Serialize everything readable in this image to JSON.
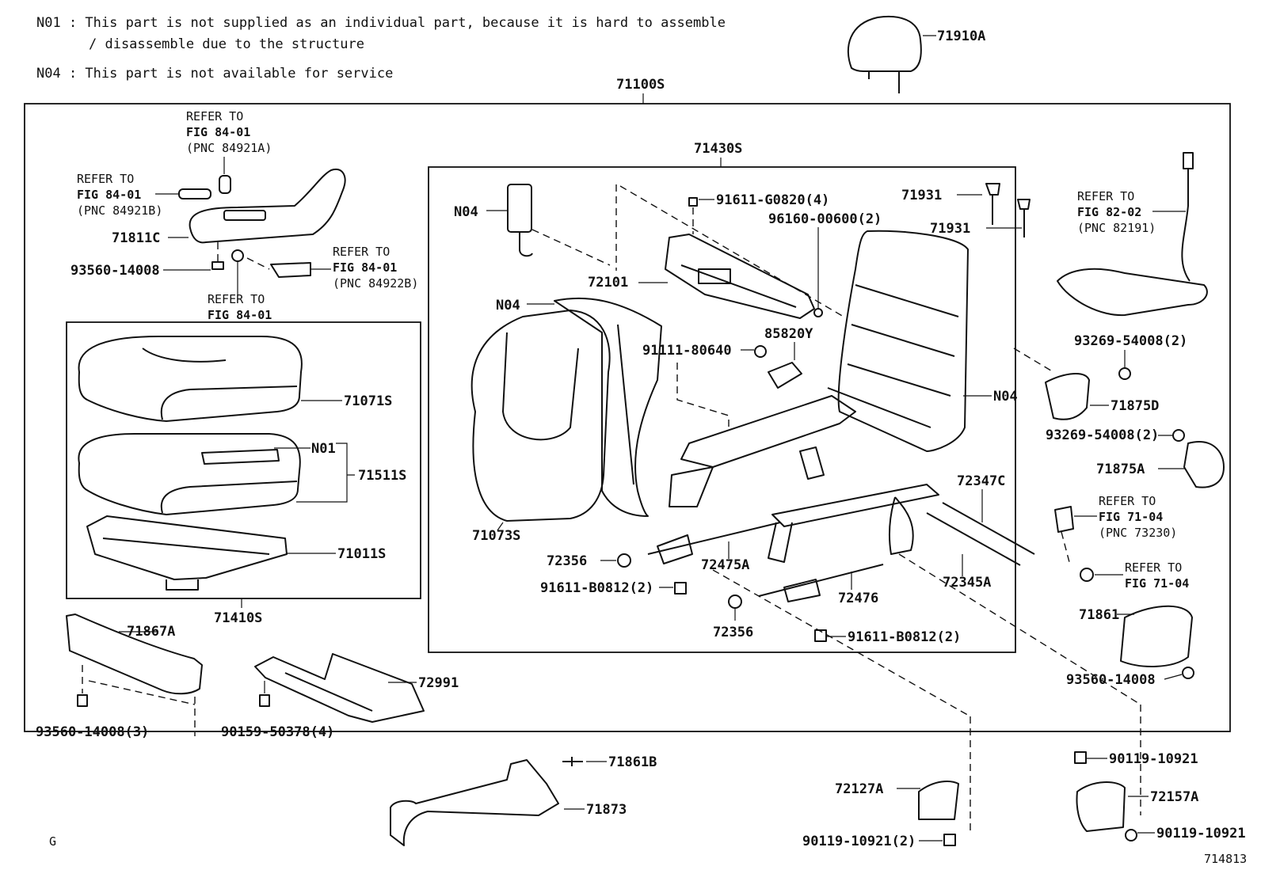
{
  "notes": {
    "n01_line1": "N01 : This part is not supplied as an individual part, because it is hard to assemble",
    "n01_line2": "/ disassemble  due to the structure",
    "n04": "N04 : This part is not available for service"
  },
  "assembly_labels": {
    "seat_assy": "71100S",
    "headrest": "71910A",
    "frame_group": "71430S",
    "cushion_group": "71410S"
  },
  "parts": {
    "p71811C": "71811C",
    "p93560_14008": "93560-14008",
    "p71071S": "71071S",
    "p71511S": "71511S",
    "p71011S": "71011S",
    "p71867A": "71867A",
    "p93560_14008_3": "93560-14008(3)",
    "p90159_50378_4": "90159-50378(4)",
    "p72991": "72991",
    "p71861B": "71861B",
    "p71873": "71873",
    "p72127A": "72127A",
    "p90119_10921_2": "90119-10921(2)",
    "p90119_10921_a": "90119-10921",
    "p90119_10921_b": "90119-10921",
    "p72157A": "72157A",
    "p91611_G0820_4": "91611-G0820(4)",
    "p96160_00600_2": "96160-00600(2)",
    "p71931_a": "71931",
    "p71931_b": "71931",
    "p72101": "72101",
    "p85820Y": "85820Y",
    "p91111_80640": "91111-80640",
    "p71073S": "71073S",
    "p72356_a": "72356",
    "p72356_b": "72356",
    "p72475A": "72475A",
    "p91611_B0812_2a": "91611-B0812(2)",
    "p91611_B0812_2b": "91611-B0812(2)",
    "p72476": "72476",
    "p72347C": "72347C",
    "p72345A": "72345A",
    "p93269_54008_2a": "93269-54008(2)",
    "p93269_54008_2b": "93269-54008(2)",
    "p71875D": "71875D",
    "p71875A": "71875A",
    "p71861": "71861",
    "p93560_14008_r": "93560-14008"
  },
  "markers": {
    "n01": "N01",
    "n04_a": "N04",
    "n04_b": "N04",
    "n04_c": "N04"
  },
  "refs": {
    "r1": {
      "line1": "REFER TO",
      "line2": "FIG 84-01",
      "line3": "(PNC 84921A)"
    },
    "r2": {
      "line1": "REFER TO",
      "line2": "FIG 84-01",
      "line3": "(PNC 84921B)"
    },
    "r3": {
      "line1": "REFER TO",
      "line2": "FIG 84-01",
      "line3": "(PNC 84922B)"
    },
    "r4": {
      "line1": "REFER TO",
      "line2": "FIG 84-01"
    },
    "r5": {
      "line1": "REFER TO",
      "line2": "FIG 82-02",
      "line3": "(PNC 82191)"
    },
    "r6": {
      "line1": "REFER TO",
      "line2": "FIG 71-04",
      "line3": "(PNC 73230)"
    },
    "r7": {
      "line1": "REFER TO",
      "line2": "FIG 71-04"
    }
  },
  "footer": {
    "variant": "G",
    "figure_id": "714813"
  }
}
